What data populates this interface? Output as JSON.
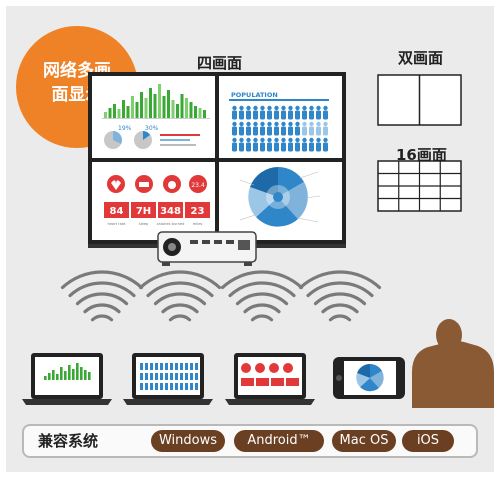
{
  "badge": {
    "line1": "网络多画",
    "line2": "面显示"
  },
  "main_label": "四画面",
  "dual_label": "双画面",
  "sixteen_label": "16画面",
  "screen": {
    "population_title": "POPULATION",
    "stats": [
      "84",
      "7H",
      "348",
      "23"
    ],
    "stat_captions": [
      "heart rate",
      "sleep",
      "calories burned",
      "miles"
    ],
    "pie_labels": [
      "19%",
      "30%"
    ],
    "small_circle_value": "23.4"
  },
  "compat": {
    "label": "兼容系统",
    "systems": [
      "Windows",
      "Android™",
      "Mac OS",
      "iOS"
    ]
  },
  "colors": {
    "orange": "#ef8226",
    "green": "#3aa835",
    "blue": "#2f86c8",
    "red": "#e1393a",
    "brown": "#6b3f22",
    "panel": "#ececec"
  }
}
